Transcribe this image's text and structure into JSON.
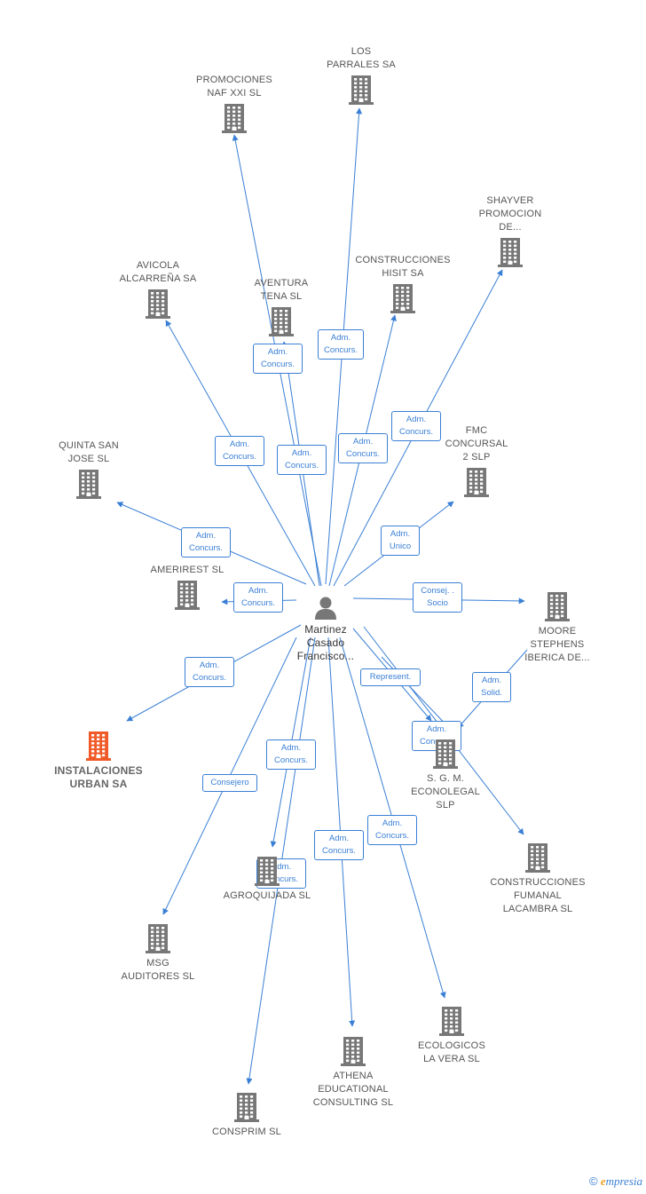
{
  "center": {
    "label": "Martinez\nCasado\nFrancisco..."
  },
  "nodes": [
    {
      "id": "los-parrales",
      "label": "LOS\nPARRALES SA",
      "color": "#777777"
    },
    {
      "id": "promociones-naf",
      "label": "PROMOCIONES\nNAF XXI SL",
      "color": "#777777"
    },
    {
      "id": "shayver",
      "label": "SHAYVER\nPROMOCION\nDE...",
      "color": "#777777"
    },
    {
      "id": "avicola",
      "label": "AVICOLA\nALCARREÑA SA",
      "color": "#777777"
    },
    {
      "id": "aventura",
      "label": "AVENTURA\nTENA SL",
      "color": "#777777"
    },
    {
      "id": "construcciones-hisit",
      "label": "CONSTRUCCIONES\nHISIT SA",
      "color": "#777777"
    },
    {
      "id": "quinta",
      "label": "QUINTA SAN\nJOSE SL",
      "color": "#777777"
    },
    {
      "id": "fmc",
      "label": "FMC\nCONCURSAL\n2 SLP",
      "color": "#777777"
    },
    {
      "id": "amerirest",
      "label": "AMERIREST SL",
      "color": "#777777"
    },
    {
      "id": "moore",
      "label": "MOORE\nSTEPHENS\nIBERICA DE...",
      "color": "#777777"
    },
    {
      "id": "instalaciones",
      "label": "INSTALACIONES\nURBAN SA",
      "color": "#f05a28"
    },
    {
      "id": "sgm",
      "label": "S. G. M.\nECONOLEGAL\nSLP",
      "color": "#777777"
    },
    {
      "id": "construcciones-fumanal",
      "label": "CONSTRUCCIONES\nFUMANAL\nLACAMBRA SL",
      "color": "#777777"
    },
    {
      "id": "agroquijada",
      "label": "AGROQUIJADA SL",
      "color": "#777777"
    },
    {
      "id": "msg",
      "label": "MSG\nAUDITORES SL",
      "color": "#777777"
    },
    {
      "id": "ecologicos",
      "label": "ECOLOGICOS\nLA VERA SL",
      "color": "#777777"
    },
    {
      "id": "athena",
      "label": "ATHENA\nEDUCATIONAL\nCONSULTING SL",
      "color": "#777777"
    },
    {
      "id": "consprim",
      "label": "CONSPRIM SL",
      "color": "#777777"
    }
  ],
  "edges": [
    {
      "to": "los-parrales",
      "label": "Adm.\nConcurs."
    },
    {
      "to": "promociones-naf",
      "label": "Adm.\nConcurs."
    },
    {
      "to": "shayver",
      "label": "Adm.\nConcurs."
    },
    {
      "to": "avicola",
      "label": "Adm.\nConcurs."
    },
    {
      "to": "aventura",
      "label": "Adm.\nConcurs."
    },
    {
      "to": "construcciones-hisit",
      "label": "Adm.\nConcurs."
    },
    {
      "to": "quinta",
      "label": "Adm.\nConcurs."
    },
    {
      "to": "fmc",
      "label": "Adm.\nUnico"
    },
    {
      "to": "amerirest",
      "label": "Adm.\nConcurs."
    },
    {
      "to": "moore",
      "label": "Consej. .\nSocio"
    },
    {
      "to": "instalaciones",
      "label": "Adm.\nConcurs."
    },
    {
      "to": "sgm",
      "label": "Represent."
    },
    {
      "to": "construcciones-fumanal",
      "label": ""
    },
    {
      "to": "agroquijada",
      "label": "Adm.\nConcurs."
    },
    {
      "to": "msg",
      "label": "Consejero"
    },
    {
      "to": "ecologicos",
      "label": "Adm.\nConcurs."
    },
    {
      "to": "athena",
      "label": "Adm.\nConcurs."
    },
    {
      "to": "consprim",
      "label": "Adm.\nConcurs."
    },
    {
      "from": "moore",
      "to": "sgm",
      "label": "Adm.\nSolid."
    },
    {
      "from": "sgm-extra",
      "to": "sgm",
      "label": "Adm.\nConcurs."
    }
  ],
  "colors": {
    "edge": "#3a7fd5",
    "building": "#777777",
    "highlight": "#f05a28",
    "person": "#777777"
  },
  "brand": {
    "copyright": "©",
    "e": "e",
    "rest": "mpresia"
  }
}
